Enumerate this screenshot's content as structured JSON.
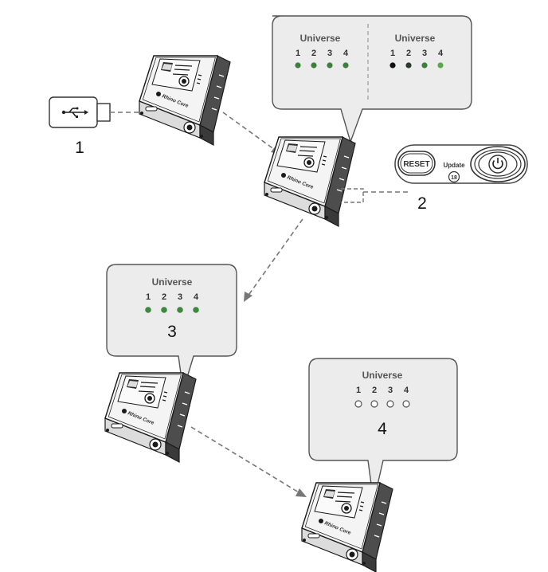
{
  "device": {
    "brand": "Rhino Core"
  },
  "steps": [
    {
      "number": "1"
    },
    {
      "number": "2"
    },
    {
      "number": "3"
    },
    {
      "number": "4"
    }
  ],
  "bubble_top": {
    "left_panel": {
      "title": "Universe",
      "numbers": [
        "1",
        "2",
        "3",
        "4"
      ],
      "led_colors": [
        "#3d7f3d",
        "#3d7f3d",
        "#3d7f3d",
        "#3d7f3d"
      ]
    },
    "right_panel": {
      "title": "Universe",
      "numbers": [
        "1",
        "2",
        "3",
        "4"
      ],
      "led_colors": [
        "#111111",
        "#2c3a2c",
        "#3d7f3d",
        "#5aa84a"
      ]
    }
  },
  "bubble_step3": {
    "title": "Universe",
    "numbers": [
      "1",
      "2",
      "3",
      "4"
    ],
    "led_colors": [
      "#3d8a3d",
      "#3d8a3d",
      "#3d8a3d",
      "#3d8a3d"
    ]
  },
  "bubble_step4": {
    "title": "Universe",
    "numbers": [
      "1",
      "2",
      "3",
      "4"
    ],
    "led_state": "off"
  },
  "button_panel": {
    "reset_label": "RESET",
    "update_label": "Update",
    "update_value": "18",
    "power_icon": "power-icon"
  },
  "usb": {
    "icon": "usb-icon"
  }
}
